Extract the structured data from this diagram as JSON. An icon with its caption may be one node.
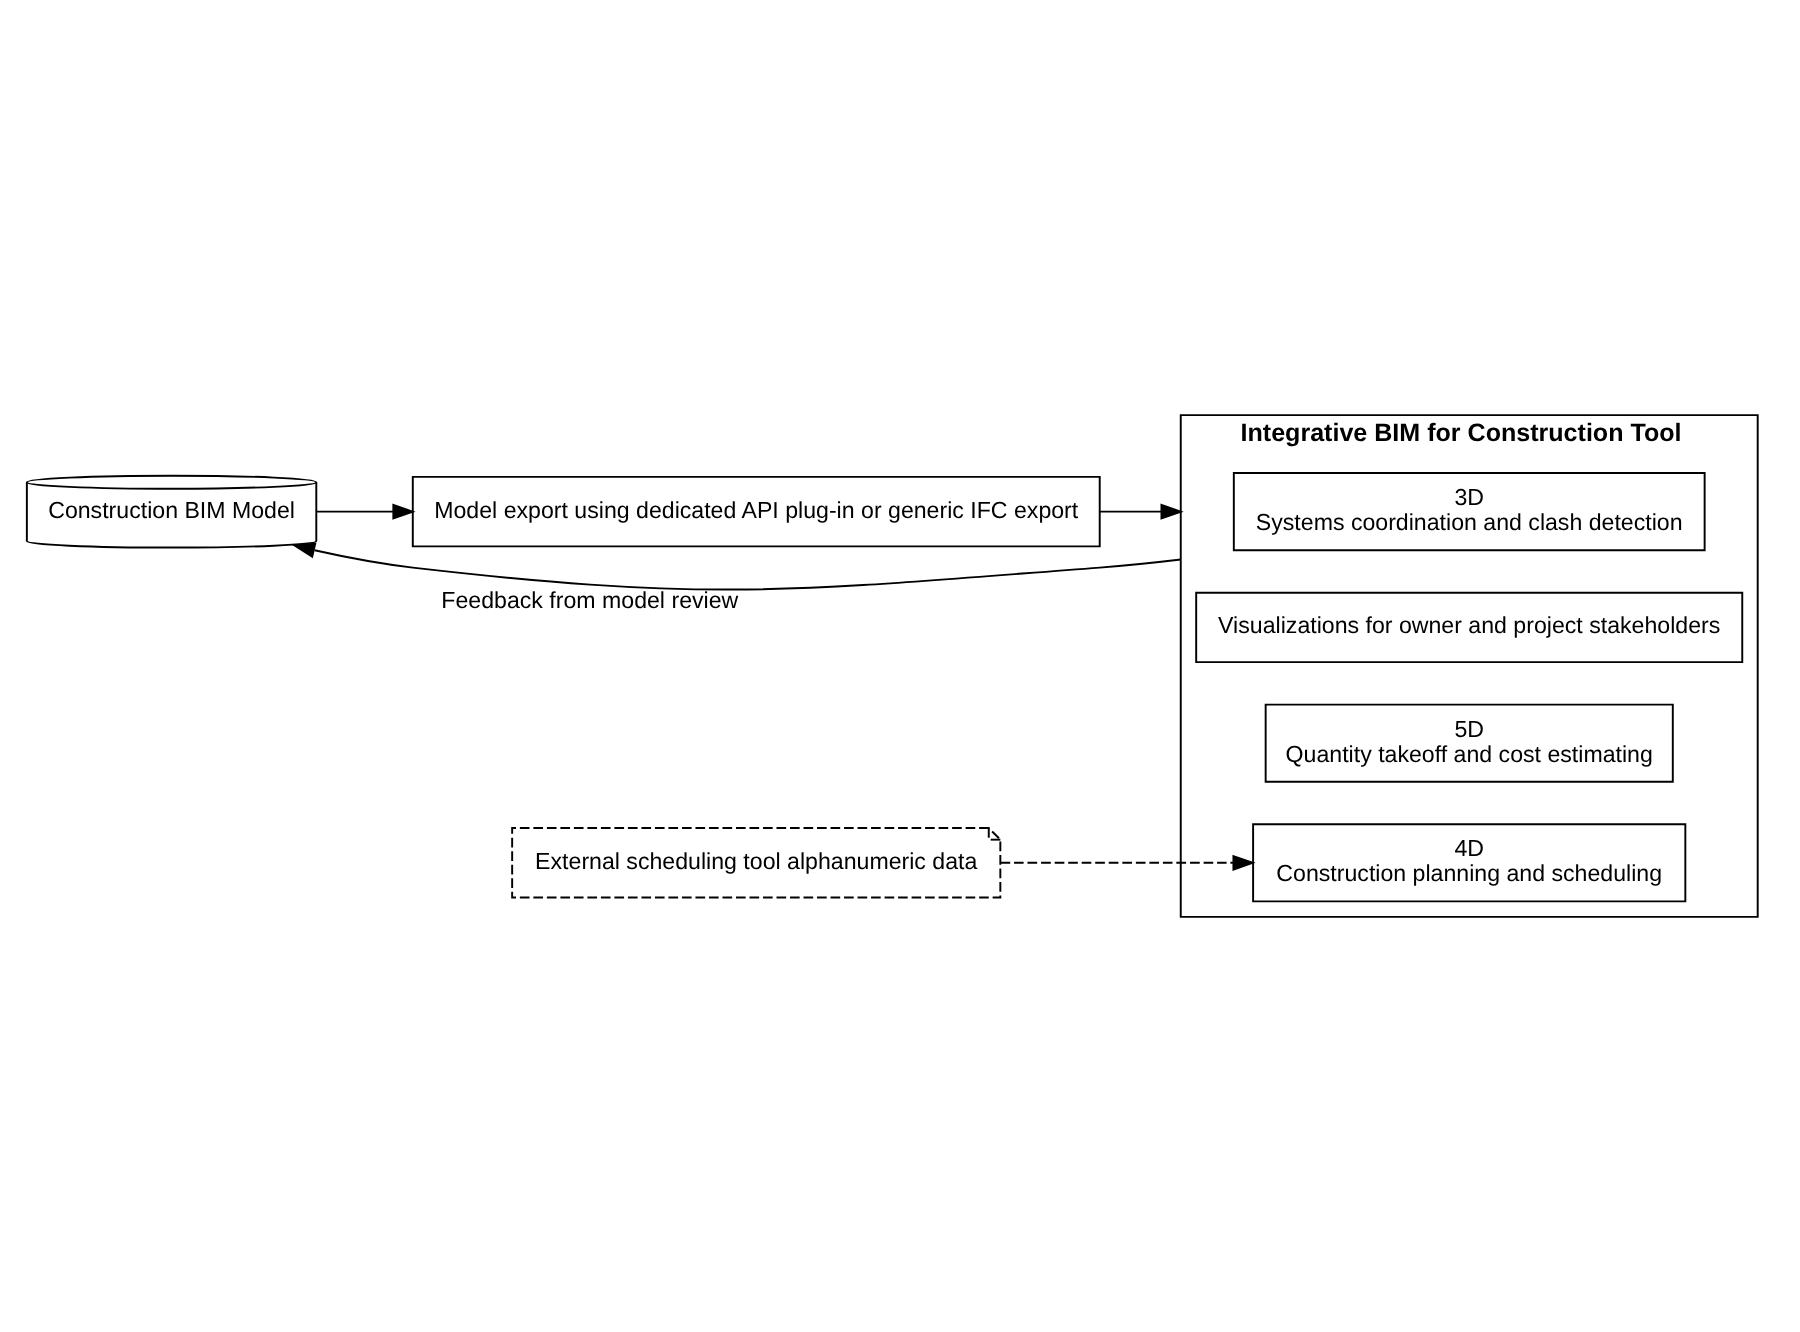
{
  "diagram": {
    "nodes": [
      {
        "text": [
          "Construction BIM Model"
        ]
      },
      {
        "text": [
          "Model export using dedicated API plug-in or generic IFC export"
        ]
      },
      {
        "text": [
          "Integrative BIM for Construction Tool"
        ]
      },
      {
        "text": [
          "Visualizations for owner and project stakeholders"
        ],
        "in": 2
      },
      {
        "text": [
          "3D",
          "Systems coordination and clash detection"
        ],
        "in": 2
      },
      {
        "text": [
          "4D",
          "Construction planning and scheduling"
        ],
        "in": 2
      },
      {
        "text": [
          "5D",
          "Quantity takeoff and cost estimating"
        ],
        "in": 2
      },
      {
        "text": [
          "External scheduling tool alphanumeric data"
        ]
      }
    ],
    "edges": [
      {
        "from": 0,
        "to": 1,
        "arrow": "to"
      },
      {
        "from": 1,
        "to": 2,
        "arrow": "to"
      },
      {
        "from": 2,
        "to": 0,
        "arrow": "to",
        "label": "Feedback from model review"
      },
      {
        "from": 7,
        "to": 5,
        "arrow": "to",
        "style": "dashed"
      }
    ]
  }
}
